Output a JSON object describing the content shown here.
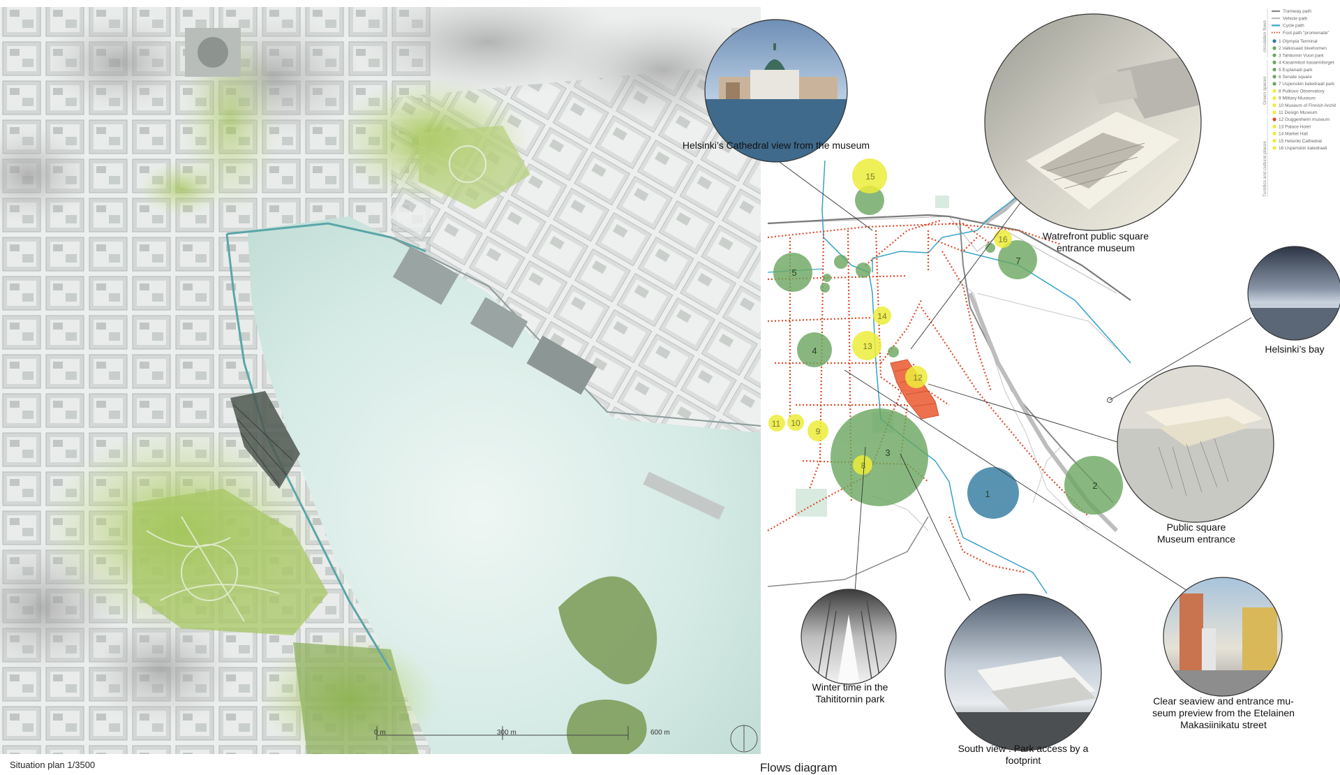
{
  "captions": {
    "situation_plan": "Situation plan 1/3500",
    "flows_diagram": "Flows diagram"
  },
  "scale_bar": {
    "mark_0": "0 m",
    "mark_300": "300 m",
    "mark_600": "600 m"
  },
  "photo_captions": {
    "cathedral_view": "Helsinki’s Cathedral view from the museum",
    "waterfront": [
      "Watrefront public square",
      "entrance museum"
    ],
    "bay": "Helsinki’s bay",
    "public_square": [
      "Public square",
      "Museum entrance"
    ],
    "winter": [
      "Winter time in the",
      "Tahititornin park"
    ],
    "south_view": [
      "South view . Park access by a",
      "footprint"
    ],
    "seaview": [
      "Clear seaview and entrance mu-",
      "seum preview from the Etelainen",
      "Makasiinikatu street"
    ]
  },
  "legend": {
    "groups": {
      "circulation": "circulation flows",
      "green": "Green spaces",
      "cultural": "Turistics and cultural places"
    },
    "line_items": [
      {
        "label": "Tramway path",
        "color": "#888888",
        "style": "solid"
      },
      {
        "label": "Vehicle path",
        "color": "#bbbbbb",
        "style": "solid"
      },
      {
        "label": "Cycle path",
        "color": "#33a3c7",
        "style": "solid"
      },
      {
        "label": "Foot path “promenade”",
        "color": "#e04a2a",
        "style": "dotted"
      }
    ],
    "place_items": [
      {
        "label": "1 Olympia Terminal",
        "color": "#2f7aa0"
      },
      {
        "label": "2 Valkosaari bivehomen",
        "color": "#6aa65f"
      },
      {
        "label": "3 Tahitornin Vuori park",
        "color": "#6aa65f"
      },
      {
        "label": "4 Kasarmitori kasarmitorget",
        "color": "#6aa65f"
      },
      {
        "label": "5 Esplanadi park",
        "color": "#6aa65f"
      },
      {
        "label": "6 Senate square",
        "color": "#6aa65f"
      },
      {
        "label": "7 Uspenskin katedraali park",
        "color": "#6aa65f"
      },
      {
        "label": "8 Pulkovo Observatory",
        "color": "#ecec3a"
      },
      {
        "label": "9 Military Museum",
        "color": "#ecec3a"
      },
      {
        "label": "10 Museum of Finnish Archit",
        "color": "#ecec3a"
      },
      {
        "label": "11 Design Museum",
        "color": "#ecec3a"
      },
      {
        "label": "12 Guggenheim museum",
        "color": "#e04a2a"
      },
      {
        "label": "13 Palace Hotel",
        "color": "#ecec3a"
      },
      {
        "label": "14 Market Hall",
        "color": "#ecec3a"
      },
      {
        "label": "15 Helsinki Cathedral",
        "color": "#ecec3a"
      },
      {
        "label": "16 Uspenskin katedraali",
        "color": "#ecec3a"
      }
    ]
  },
  "map_markers": {
    "green": [
      {
        "label": "1",
        "color": "#2f7aa0"
      },
      {
        "label": "2",
        "color": "#6aa65f"
      },
      {
        "label": "3",
        "color": "#6aa65f"
      },
      {
        "label": "4",
        "color": "#6aa65f"
      },
      {
        "label": "5",
        "color": "#6aa65f"
      },
      {
        "label": "7",
        "color": "#6aa65f"
      }
    ],
    "yellow": [
      "8",
      "9",
      "10",
      "11",
      "12",
      "13",
      "14",
      "15",
      "16"
    ]
  },
  "colors": {
    "park_green": "#6aa65f",
    "water": "#d9ece8",
    "footpath": "#e04a2a",
    "cycle": "#33a3c7",
    "yellow_marker": "#ecec3a",
    "museum": "#ee6a44"
  }
}
